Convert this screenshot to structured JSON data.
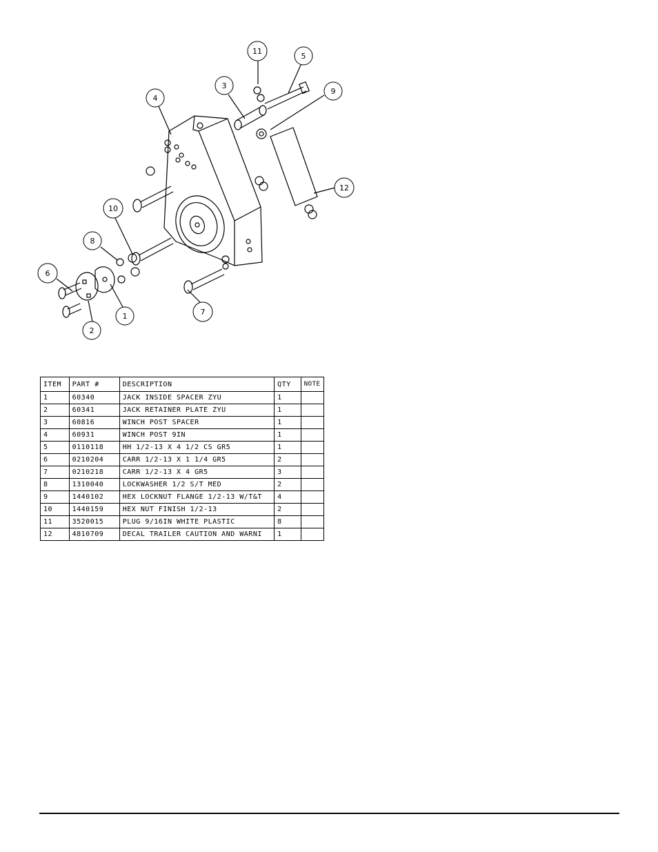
{
  "callouts": [
    "1",
    "2",
    "3",
    "4",
    "5",
    "6",
    "7",
    "8",
    "9",
    "10",
    "11",
    "12"
  ],
  "bom": {
    "headers": [
      "ITEM",
      "PART #",
      "DESCRIPTION",
      "QTY",
      "NOTE"
    ],
    "rows": [
      [
        "1",
        "60340",
        "JACK INSIDE SPACER ZYU",
        "1",
        ""
      ],
      [
        "2",
        "60341",
        "JACK RETAINER PLATE ZYU",
        "1",
        ""
      ],
      [
        "3",
        "60816",
        "WINCH POST SPACER",
        "1",
        ""
      ],
      [
        "4",
        "60931",
        "WINCH POST 9IN",
        "1",
        ""
      ],
      [
        "5",
        "0110118",
        "HH 1/2-13 X 4 1/2 CS GR5",
        "1",
        ""
      ],
      [
        "6",
        "0210204",
        "CARR 1/2-13 X 1 1/4 GR5",
        "2",
        ""
      ],
      [
        "7",
        "0210218",
        "CARR 1/2-13 X 4 GR5",
        "3",
        ""
      ],
      [
        "8",
        "1310040",
        "LOCKWASHER 1/2 S/T MED",
        "2",
        ""
      ],
      [
        "9",
        "1440102",
        "HEX LOCKNUT FLANGE 1/2-13 W/T&T",
        "4",
        ""
      ],
      [
        "10",
        "1440159",
        "HEX NUT FINISH 1/2-13",
        "2",
        ""
      ],
      [
        "11",
        "3520015",
        "PLUG   9/16IN WHITE PLASTIC",
        "8",
        ""
      ],
      [
        "12",
        "4810709",
        "DECAL TRAILER CAUTION AND WARNI",
        "1",
        ""
      ]
    ]
  }
}
